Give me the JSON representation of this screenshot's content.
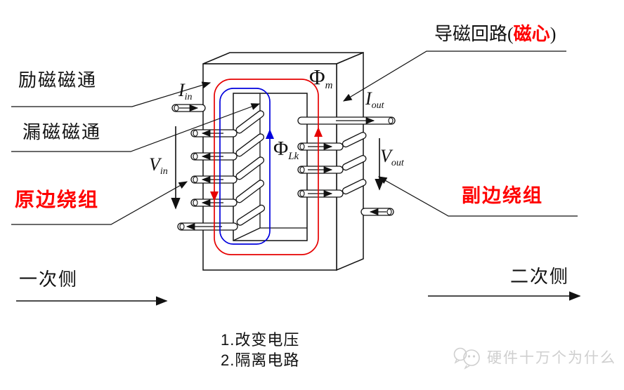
{
  "colors": {
    "text_red": "#ff0000",
    "flux_red": "#e60000",
    "flux_blue": "#0000dd",
    "ink": "#111111",
    "wm": "#cfcfcf"
  },
  "labels": {
    "excitation_flux": "励磁磁通",
    "leakage_flux": "漏磁磁通",
    "primary_winding": "原边绕组",
    "secondary_winding": "副边绕组",
    "core_path_prefix": "导磁回路(",
    "core_path_core": "磁心",
    "core_path_suffix": ")",
    "primary_side": "一次侧",
    "secondary_side": "二次侧",
    "i_in": {
      "base": "I",
      "sub": "in"
    },
    "i_out": {
      "base": "I",
      "sub": "out"
    },
    "v_in": {
      "base": "V",
      "sub": "in"
    },
    "v_out": {
      "base": "V",
      "sub": "out"
    },
    "phi_m": {
      "base": "Φ",
      "sub": "m"
    },
    "phi_lk": {
      "base": "Φ",
      "sub": "Lk"
    }
  },
  "notes": {
    "line1": "1.改变电压",
    "line2": "2.隔离电路"
  },
  "watermark": {
    "text": "硬件十万个为什么",
    "logo": "chat-bubbles-logo"
  }
}
